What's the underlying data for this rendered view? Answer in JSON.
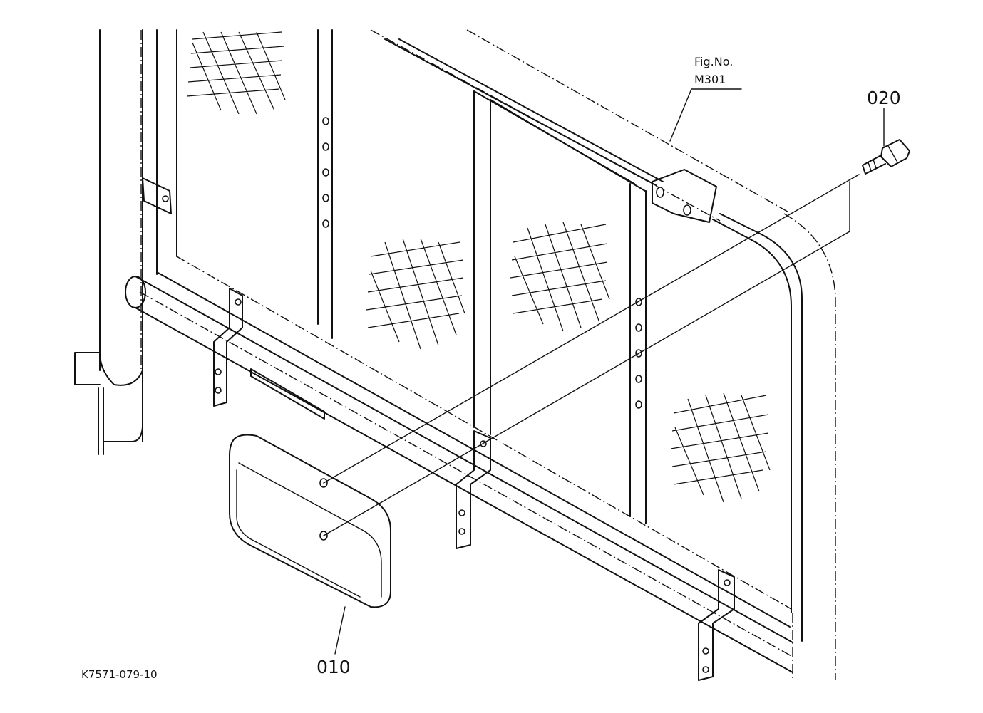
{
  "figure_ref": {
    "line1": "Fig.No.",
    "line2": "M301"
  },
  "parts": [
    {
      "id": "p010",
      "number": "010"
    },
    {
      "id": "p020",
      "number": "020"
    }
  ],
  "drawing_code": "K7571-079-10"
}
